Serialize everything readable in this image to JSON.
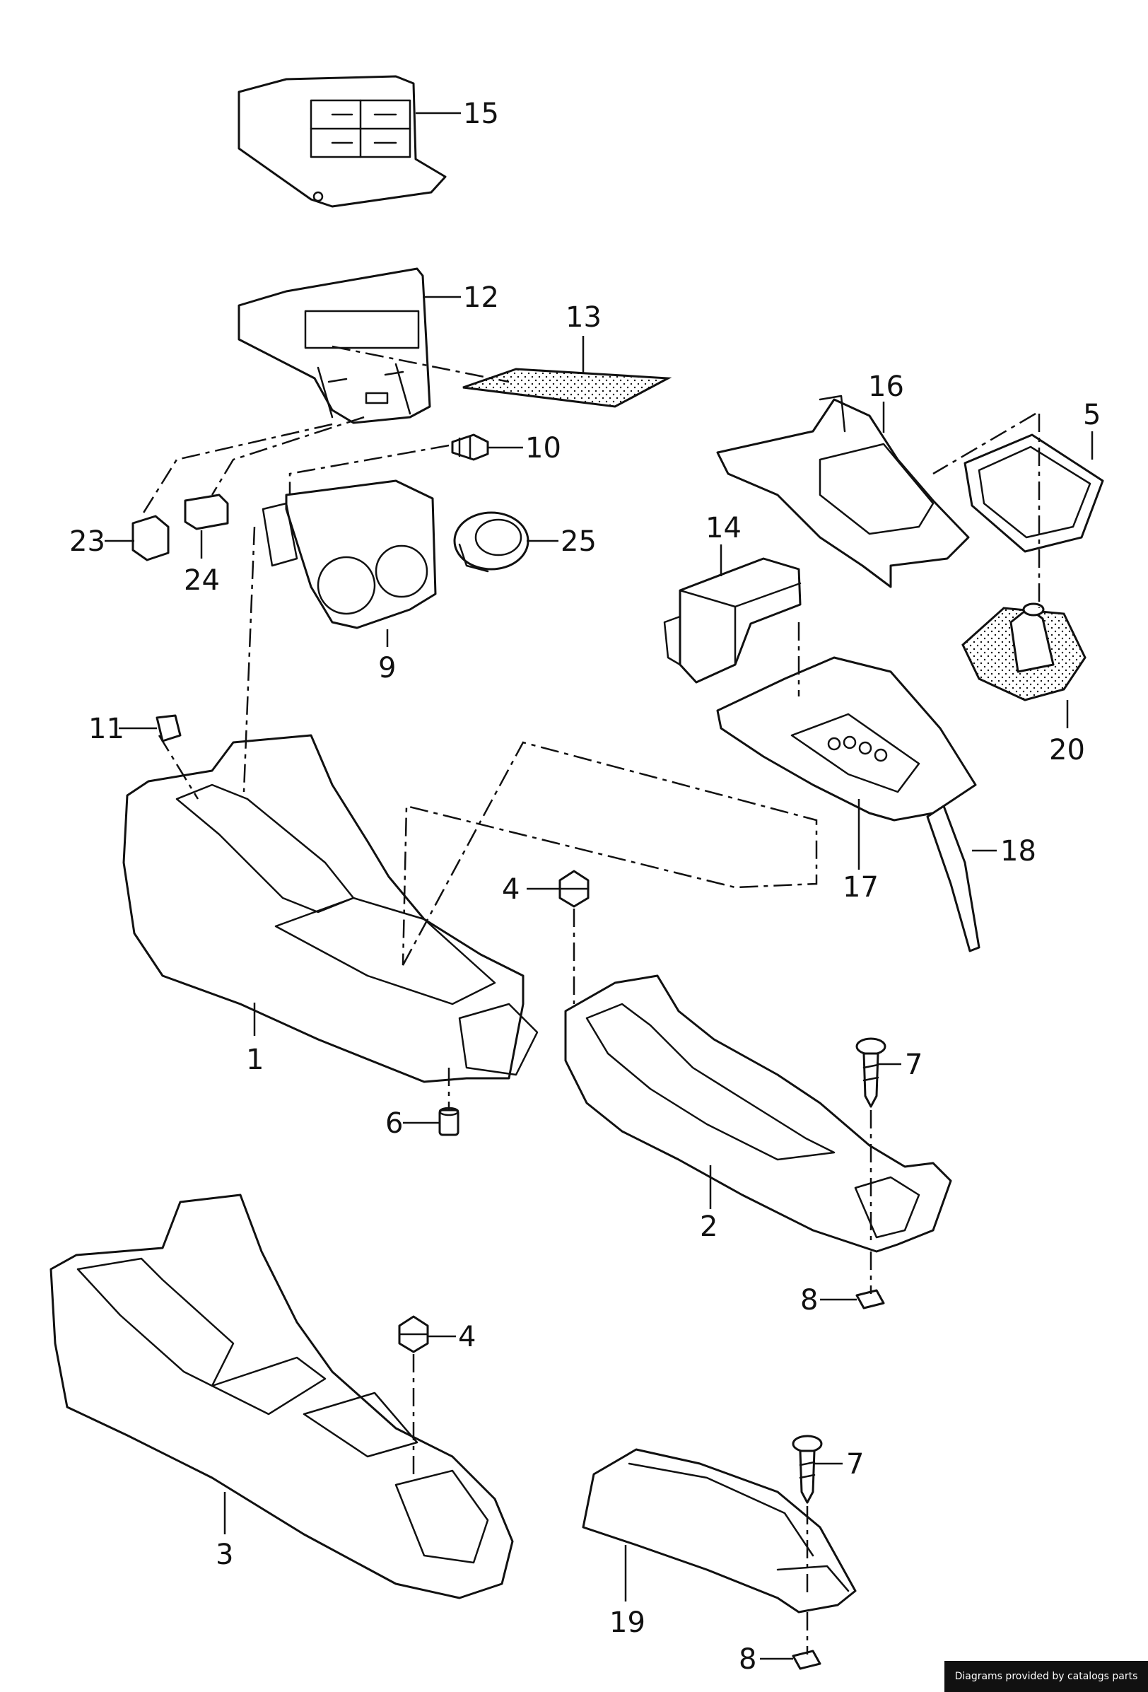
{
  "credit": "Diagrams provided by catalogs parts",
  "callouts": {
    "c15": "15",
    "c12": "12",
    "c13": "13",
    "c10": "10",
    "c16": "16",
    "c5": "5",
    "c23": "23",
    "c24": "24",
    "c25": "25",
    "c14": "14",
    "c9": "9",
    "c20": "20",
    "c11": "11",
    "c18": "18",
    "c17": "17",
    "c4a": "4",
    "c7a": "7",
    "c1": "1",
    "c6": "6",
    "c2": "2",
    "c8a": "8",
    "c4b": "4",
    "c7b": "7",
    "c3": "3",
    "c19": "19",
    "c8b": "8"
  }
}
